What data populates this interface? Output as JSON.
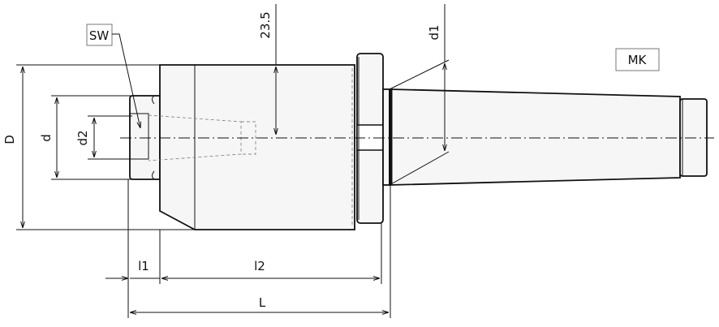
{
  "labels": {
    "D": "D",
    "d": "d",
    "d2": "d2",
    "d1": "d1",
    "dim_23_5": "23.5",
    "SW": "SW",
    "MK": "MK",
    "l1": "l1",
    "l2": "l2",
    "L": "L"
  }
}
